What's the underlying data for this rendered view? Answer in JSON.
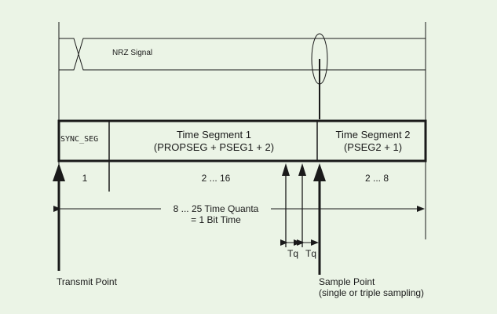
{
  "nrz_label": "NRZ Signal",
  "segments": {
    "sync": {
      "label": "SYNC_SEG",
      "range": "1"
    },
    "seg1": {
      "label_1": "Time Segment 1",
      "label_2": "(PROPSEG + PSEG1 + 2)",
      "range": "2 ... 16"
    },
    "seg2": {
      "label_1": "Time Segment 2",
      "label_2": "(PSEG2 + 1)",
      "range": "2 ... 8"
    }
  },
  "bit_time": {
    "line_1": "8 ... 25 Time Quanta",
    "line_2": "= 1 Bit Time"
  },
  "tq": {
    "left": "Tq",
    "right": "Tq"
  },
  "transmit_point": "Transmit Point",
  "sample_point": {
    "line_1": "Sample Point",
    "line_2": "(single or triple sampling)"
  },
  "colors": {
    "background": "#ebf4e6",
    "line": "#1a1a1a"
  }
}
